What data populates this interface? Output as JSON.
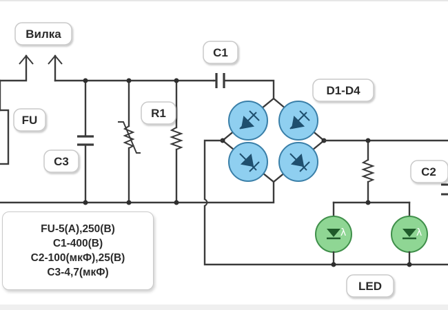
{
  "labels": {
    "plug": "Вилка",
    "fuse": "FU",
    "c1": "C1",
    "c2": "C2",
    "c3": "C3",
    "r1": "R1",
    "bridge": "D1-D4",
    "led": "LED"
  },
  "led_symbol": "λ",
  "spec_lines": [
    "FU-5(A),250(B)",
    "C1-400(B)",
    "C2-100(мкФ),25(B)",
    "C3-4,7(мкФ)"
  ],
  "colors": {
    "diode_fill": "#8fcff0",
    "led_fill": "#8fd694",
    "wire": "#3a3a3a"
  }
}
